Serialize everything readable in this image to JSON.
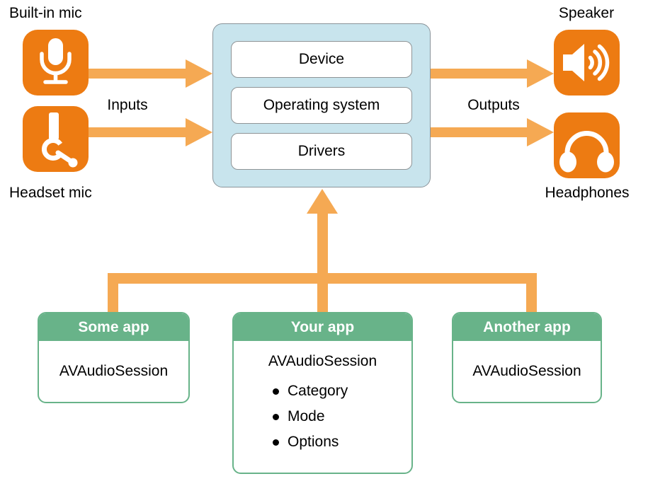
{
  "colors": {
    "icon-orange": "#ED7B12",
    "arrow-orange": "#F5A953",
    "green": "#68B389",
    "blue-fill": "#C8E4ED",
    "blue-border": "#8A949A",
    "inner-border": "#8F9496"
  },
  "inputs": {
    "section_label": "Inputs",
    "devices": [
      {
        "label": "Built-in mic",
        "icon": "microphone-icon"
      },
      {
        "label": "Headset mic",
        "icon": "headset-mic-icon"
      }
    ]
  },
  "outputs": {
    "section_label": "Outputs",
    "devices": [
      {
        "label": "Speaker",
        "icon": "speaker-icon"
      },
      {
        "label": "Headphones",
        "icon": "headphones-icon"
      }
    ]
  },
  "system_stack": {
    "layers": [
      {
        "label": "Device"
      },
      {
        "label": "Operating system"
      },
      {
        "label": "Drivers"
      }
    ]
  },
  "apps": [
    {
      "title": "Some app",
      "body": "AVAudioSession",
      "bullets": []
    },
    {
      "title": "Your app",
      "body": "AVAudioSession",
      "bullets": [
        "Category",
        "Mode",
        "Options"
      ]
    },
    {
      "title": "Another app",
      "body": "AVAudioSession",
      "bullets": []
    }
  ]
}
